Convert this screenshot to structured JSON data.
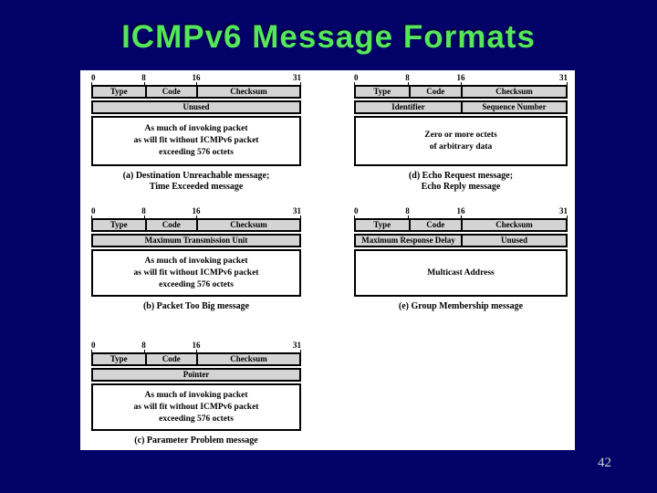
{
  "slide": {
    "title": "ICMPv6 Message Formats",
    "page_number": "42"
  },
  "colors": {
    "background": "#020269",
    "title-green": "#55E75A",
    "title-shadow": "#01013F",
    "panel": "#FFFFFF",
    "cell-gray": "#D4D4D4",
    "border": "#000000",
    "page-number": "#C3DCC9"
  },
  "diagrams": [
    {
      "ruler": [
        "0",
        "8",
        "16",
        "31"
      ],
      "row1": [
        "Type",
        "Code",
        "Checksum"
      ],
      "row2": [
        "Unused"
      ],
      "body": [
        "As much of invoking packet",
        "as will fit without ICMPv6 packet",
        "exceeding 576 octets"
      ],
      "caption": [
        "(a) Destination Unreachable message;",
        "Time Exceeded message"
      ]
    },
    {
      "ruler": [
        "0",
        "8",
        "16",
        "31"
      ],
      "row1": [
        "Type",
        "Code",
        "Checksum"
      ],
      "row2": [
        "Identifier",
        "Sequence Number"
      ],
      "body": [
        "Zero or more octets",
        "of arbitrary data"
      ],
      "caption": [
        "(d) Echo Request message;",
        "Echo Reply message"
      ]
    },
    {
      "ruler": [
        "0",
        "8",
        "16",
        "31"
      ],
      "row1": [
        "Type",
        "Code",
        "Checksum"
      ],
      "row2": [
        "Maximum Transmission Unit"
      ],
      "body": [
        "As much of invoking packet",
        "as will fit without ICMPv6 packet",
        "exceeding 576 octets"
      ],
      "caption": [
        "(b) Packet Too Big message"
      ]
    },
    {
      "ruler": [
        "0",
        "8",
        "16",
        "31"
      ],
      "row1": [
        "Type",
        "Code",
        "Checksum"
      ],
      "row2": [
        "Maximum Response Delay",
        "Unused"
      ],
      "body": [
        "Multicast Address"
      ],
      "caption": [
        "(e) Group Membership message"
      ]
    },
    {
      "ruler": [
        "0",
        "8",
        "16",
        "31"
      ],
      "row1": [
        "Type",
        "Code",
        "Checksum"
      ],
      "row2": [
        "Pointer"
      ],
      "body": [
        "As much of invoking packet",
        "as will fit without ICMPv6 packet",
        "exceeding 576 octets"
      ],
      "caption": [
        "(c) Parameter Problem message"
      ]
    }
  ]
}
